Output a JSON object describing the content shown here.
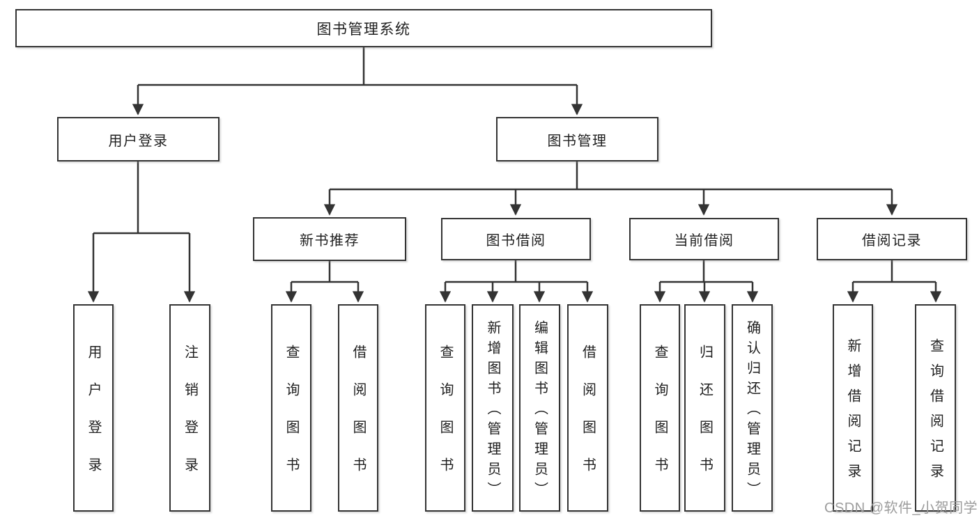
{
  "d": {
    "nodes": {
      "root": {
        "label": "图书管理系统"
      },
      "user_login": {
        "label": "用户登录"
      },
      "book_mgmt": {
        "label": "图书管理"
      },
      "new_book": {
        "label": "新书推荐"
      },
      "book_borrow": {
        "label": "图书借阅"
      },
      "cur_borrow": {
        "label": "当前借阅"
      },
      "borrow_rec": {
        "label": "借阅记录"
      },
      "ul_login": {
        "label": "用户登录"
      },
      "ul_logout": {
        "label": "注销登录"
      },
      "nb_query": {
        "label": "查询图书"
      },
      "nb_borrow": {
        "label": "借阅图书"
      },
      "bb_query": {
        "label": "查询图书"
      },
      "bb_add": {
        "label": "新增图书（管理员）"
      },
      "bb_edit": {
        "label": "编辑图书（管理员）"
      },
      "bb_borrow": {
        "label": "借阅图书"
      },
      "cb_query": {
        "label": "查询图书"
      },
      "cb_return": {
        "label": "归还图书"
      },
      "cb_confirm": {
        "label": "确认归还（管理员）"
      },
      "br_add": {
        "label": "新增借阅记录"
      },
      "br_query": {
        "label": "查询借阅记录"
      }
    },
    "watermark": "CSDN @软件_小贺同学",
    "colors": {
      "line": "#333333",
      "text": "#1f1f1f",
      "box_background": "#ffffff",
      "watermark": "#9c9c9c",
      "background": "#ffffff"
    }
  }
}
